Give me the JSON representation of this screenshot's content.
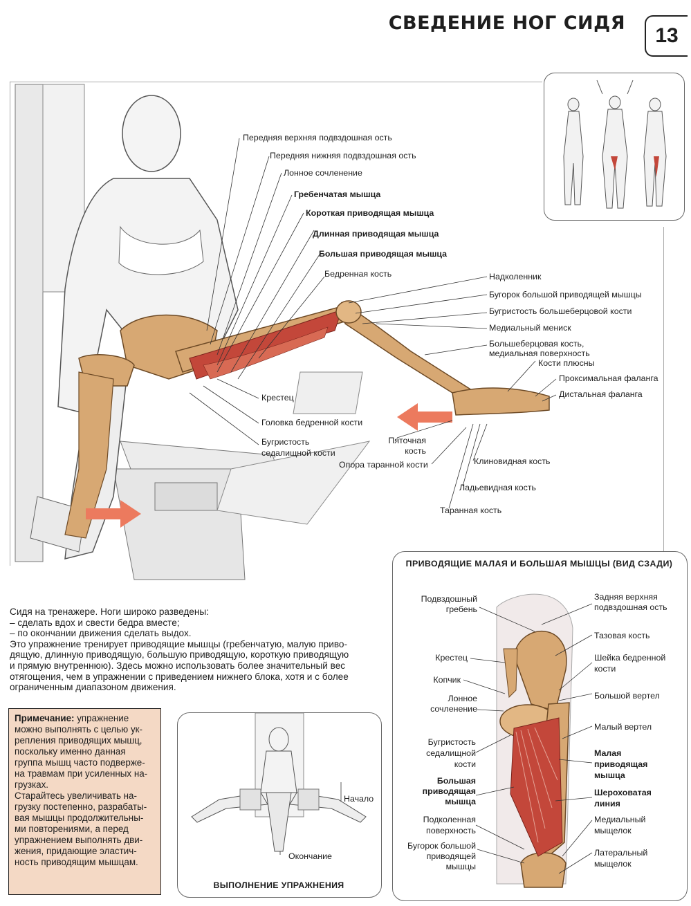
{
  "header": {
    "title": "СВЕДЕНИЕ НОГ СИДЯ",
    "page_number": "13"
  },
  "main_labels": {
    "asis": "Передняя верхняя подвздошная ость",
    "aiis": "Передняя нижняя подвздошная ость",
    "pubic_symphysis": "Лонное сочленение",
    "pectineus": "Гребенчатая мышца",
    "adductor_brevis": "Короткая приводящая мышца",
    "adductor_longus": "Длинная приводящая мышца",
    "adductor_magnus": "Большая приводящая мышца",
    "femur": "Бедренная кость",
    "patella": "Надколенник",
    "adductor_tubercle": "Бугорок большой приводящей мышцы",
    "tibial_tuberosity": "Бугристость большеберцовой кости",
    "medial_meniscus": "Медиальный мениск",
    "tibia_medial_1": "Большеберцовая кость,",
    "tibia_medial_2": "медиальная поверхность",
    "metatarsals": "Кости плюсны",
    "proximal_phalanx": "Проксимальная фаланга",
    "distal_phalanx": "Дистальная фаланга",
    "sacrum": "Крестец",
    "femoral_head": "Головка бедренной кости",
    "ischial_tuberosity_1": "Бугристость",
    "ischial_tuberosity_2": "седалищной кости",
    "calcaneus_1": "Пяточная",
    "calcaneus_2": "кость",
    "sustentaculum": "Опора таранной кости",
    "cuneiform": "Клиновидная кость",
    "navicular": "Ладьевидная кость",
    "talus": "Таранная кость"
  },
  "description": {
    "lines": [
      "Сидя на тренажере. Ноги широко разведены:",
      "– сделать вдох и свести бедра вместе;",
      "– по окончании движения сделать выдох.",
      "Это упражнение тренирует приводящие мышцы (гребенчатую, малую приво-",
      "дящую, длинную приводящую, большую приводящую, короткую приводящую",
      "и прямую внутреннюю). Здесь можно использовать более значительный вес",
      "отягощения, чем в упражнении с приведением нижнего блока, хотя и с более",
      "ограниченным диапазоном движения."
    ]
  },
  "note": {
    "heading": "Примечание:",
    "first_line_rest": " упражнение",
    "lines": [
      "можно выполнять с целью ук-",
      "репления приводящих мышц,",
      "поскольку именно данная",
      "группа мышц часто подверже-",
      "на травмам при усиленных на-",
      "грузках.",
      "Старайтесь увеличивать на-",
      "грузку постепенно, разрабаты-",
      "вая мышцы продолжительны-",
      "ми повторениями, а перед",
      "упражнением выполнять дви-",
      "жения, придающие эластич-",
      "ность приводящим мышцам."
    ]
  },
  "execution": {
    "caption": "ВЫПОЛНЕНИЕ УПРАЖНЕНИЯ",
    "start": "Начало",
    "end": "Окончание"
  },
  "rear_view": {
    "title": "ПРИВОДЯЩИЕ МАЛАЯ И БОЛЬШАЯ МЫШЦЫ (ВИД СЗАДИ)",
    "iliac_crest_1": "Подвздошный",
    "iliac_crest_2": "гребень",
    "sacrum": "Крестец",
    "coccyx": "Копчик",
    "pubic_sym_1": "Лонное",
    "pubic_sym_2": "сочленение",
    "ischial_1": "Бугристость",
    "ischial_2": "седалищной",
    "ischial_3": "кости",
    "magnus_1": "Большая",
    "magnus_2": "приводящая",
    "magnus_3": "мышца",
    "popliteal_1": "Подколенная",
    "popliteal_2": "поверхность",
    "tubercle_1": "Бугорок большой",
    "tubercle_2": "приводящей",
    "tubercle_3": "мышцы",
    "psis_1": "Задняя верхняя",
    "psis_2": "подвздошная ость",
    "hip_bone": "Тазовая кость",
    "neck_1": "Шейка бедренной",
    "neck_2": "кости",
    "greater_trochanter": "Большой вертел",
    "lesser_trochanter": "Малый вертел",
    "minimus_1": "Малая",
    "minimus_2": "приводящая",
    "minimus_3": "мышца",
    "linea_1": "Шероховатая",
    "linea_2": "линия",
    "medial_condyle_1": "Медиальный",
    "medial_condyle_2": "мыщелок",
    "lateral_condyle_1": "Латеральный",
    "lateral_condyle_2": "мыщелок"
  },
  "colors": {
    "bone": "#d7a873",
    "muscle": "#c3473a",
    "arrow": "#ec7a5e",
    "note_bg": "#f4d9c5"
  }
}
